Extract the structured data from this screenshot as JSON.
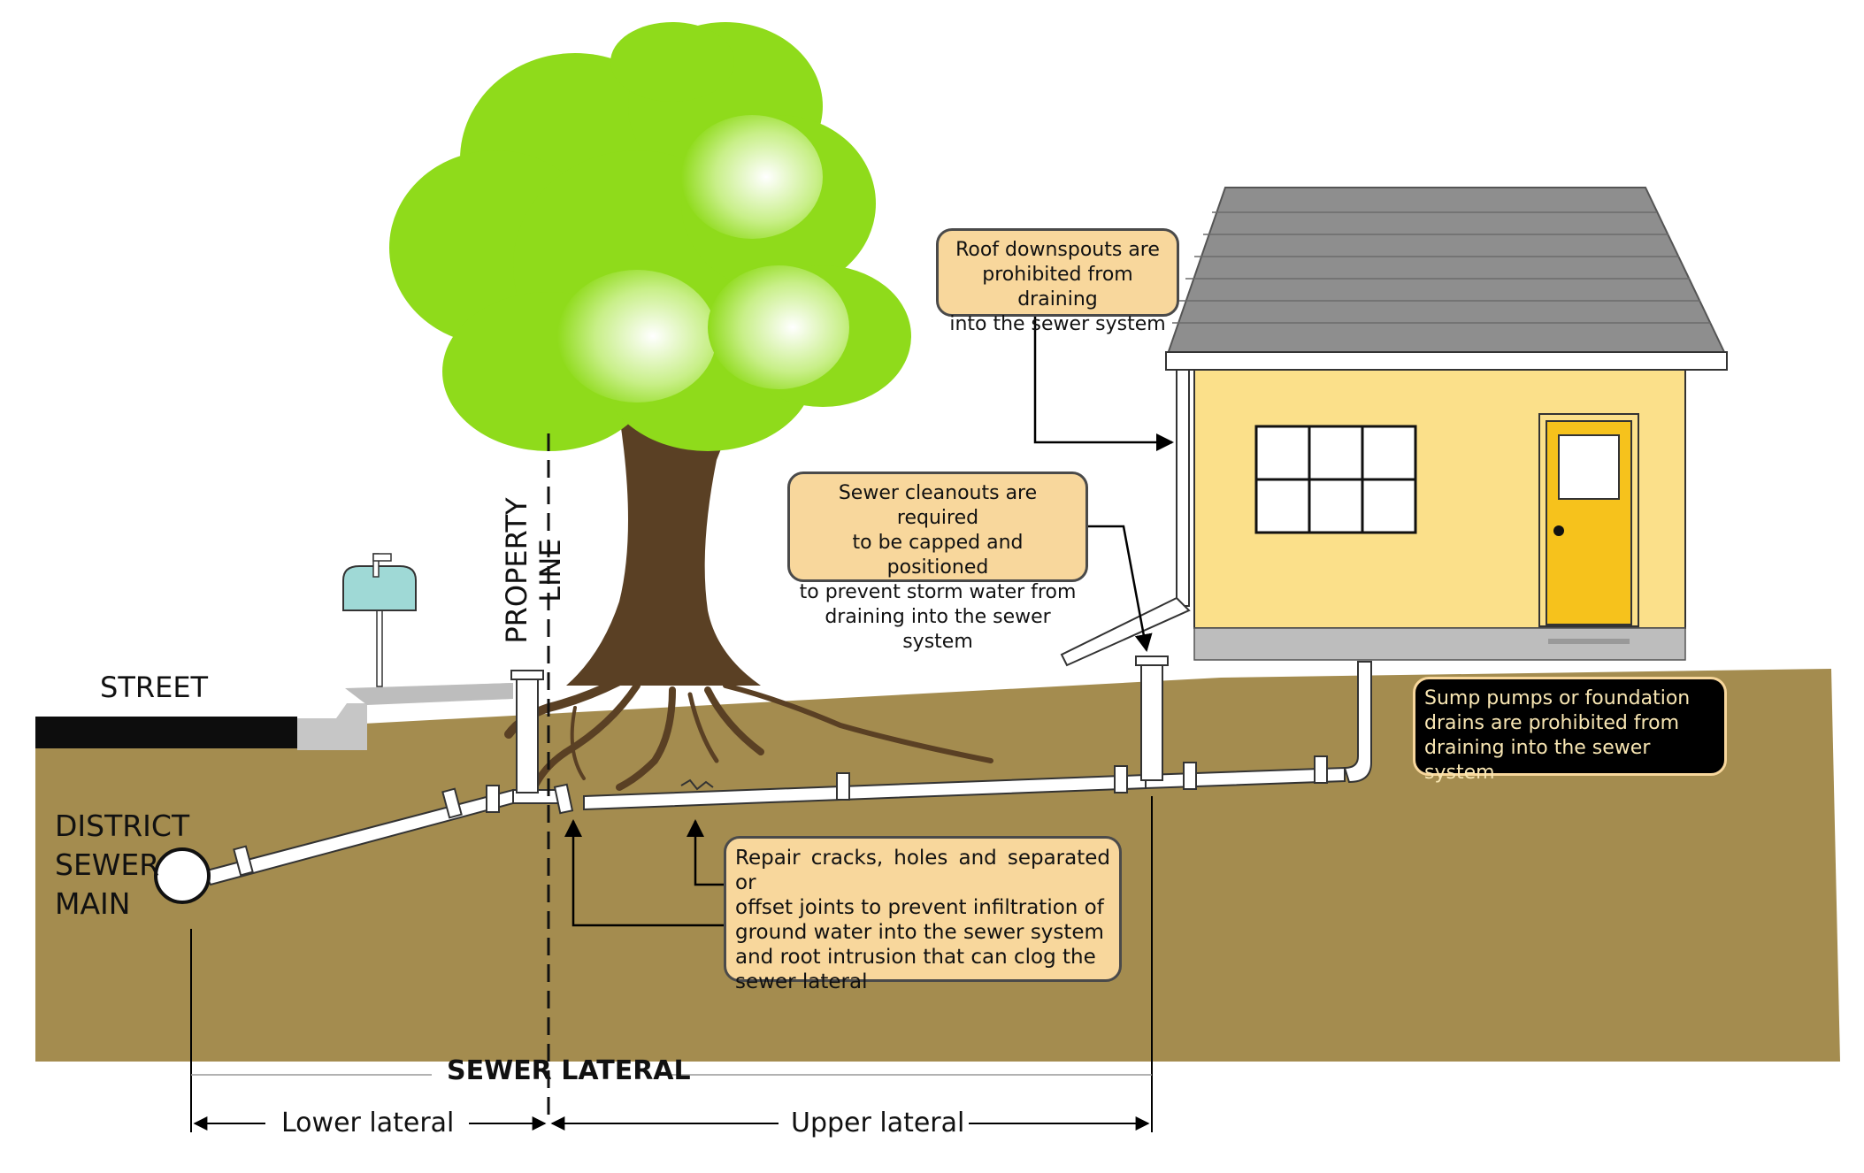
{
  "labels": {
    "street": "STREET",
    "property": "PROPERTY",
    "line": "LINE",
    "district": "DISTRICT",
    "sewer": "SEWER",
    "main": "MAIN",
    "sewer_lateral": "SEWER LATERAL",
    "lower_lateral": "Lower lateral",
    "upper_lateral": "Upper lateral"
  },
  "callouts": {
    "roof": [
      "Roof downspouts are",
      "prohibited from draining",
      "into the sewer system"
    ],
    "cleanout": [
      "Sewer cleanouts are required",
      "to be capped and positioned",
      "to prevent storm water from",
      "draining into the sewer system"
    ],
    "sump": [
      "Sump pumps or foundation",
      "drains are prohibited from",
      "draining into the sewer system"
    ],
    "repair": [
      "Repair cracks, holes and separated or",
      "offset joints to prevent infiltration of",
      "ground water into the sewer system",
      "and root intrusion that can clog the",
      "sewer lateral"
    ]
  },
  "colors": {
    "ground": "#a48c4f",
    "house_wall": "#fbe08a",
    "door": "#f6c21c",
    "roof": "#8e8e8e",
    "foliage": "#8fdb1b",
    "trunk": "#5a4024",
    "callout_bg": "#f8d79c",
    "callout_dark_bg": "#000000",
    "mailbox": "#9fd9d6"
  }
}
